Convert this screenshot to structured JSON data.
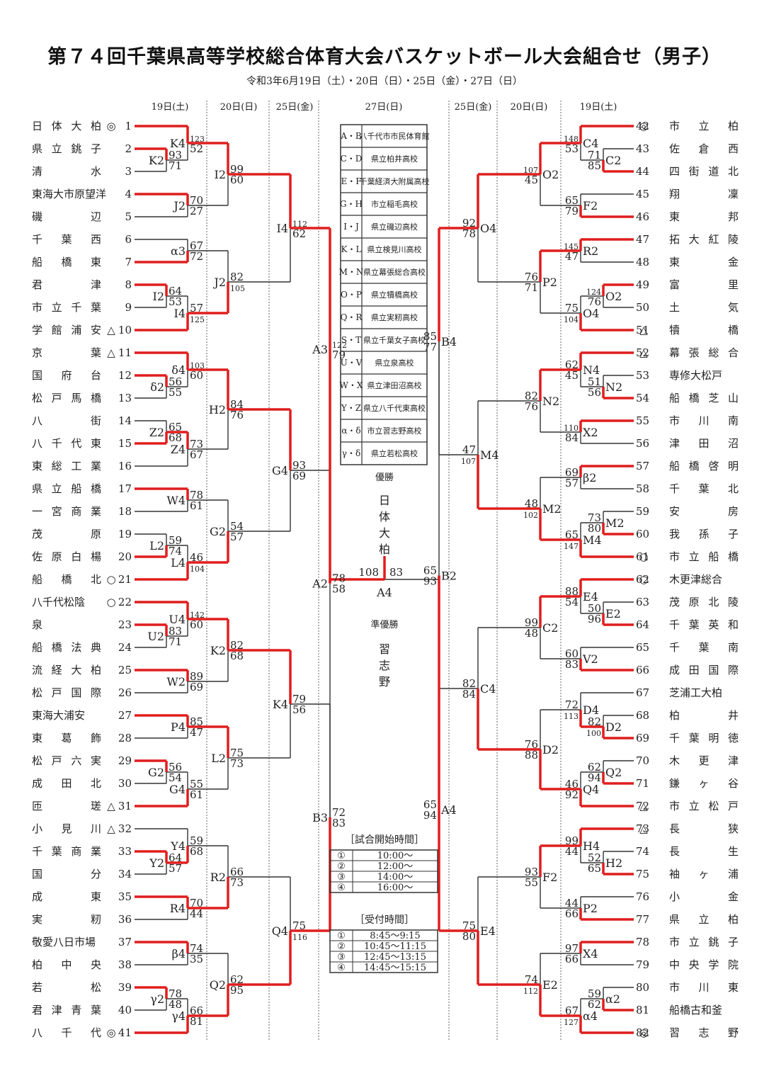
{
  "header": {
    "title": "第７４回千葉県高等学校総合体育大会バスケットボール大会組合せ（男子）",
    "subtitle": "令和3年6月19日（土）・20日（日）・25日（金）・27日（日）"
  },
  "day_headers": {
    "left": [
      "19日(土)",
      "20日(日)",
      "25日(金)"
    ],
    "center": "27日(日)",
    "right": [
      "25日(金)",
      "20日(日)",
      "19日(土)"
    ]
  },
  "teams_left": [
    {
      "seed": "1",
      "name": "日体大柏",
      "mark": "◎"
    },
    {
      "seed": "2",
      "name": "県立銚子",
      "mark": ""
    },
    {
      "seed": "3",
      "name": "清　　水",
      "mark": ""
    },
    {
      "seed": "4",
      "name": "東海大市原望洋",
      "mark": ""
    },
    {
      "seed": "5",
      "name": "磯　　辺",
      "mark": ""
    },
    {
      "seed": "6",
      "name": "千葉西",
      "mark": ""
    },
    {
      "seed": "7",
      "name": "船橋東",
      "mark": ""
    },
    {
      "seed": "8",
      "name": "君　　津",
      "mark": ""
    },
    {
      "seed": "9",
      "name": "市立千葉",
      "mark": ""
    },
    {
      "seed": "10",
      "name": "学館浦安",
      "mark": "△"
    },
    {
      "seed": "11",
      "name": "京　　葉",
      "mark": "△"
    },
    {
      "seed": "12",
      "name": "国府台",
      "mark": ""
    },
    {
      "seed": "13",
      "name": "松戸馬橋",
      "mark": ""
    },
    {
      "seed": "14",
      "name": "八　　街",
      "mark": ""
    },
    {
      "seed": "15",
      "name": "八千代東",
      "mark": ""
    },
    {
      "seed": "16",
      "name": "東総工業",
      "mark": ""
    },
    {
      "seed": "17",
      "name": "県立船橋",
      "mark": ""
    },
    {
      "seed": "18",
      "name": "一宮商業",
      "mark": ""
    },
    {
      "seed": "19",
      "name": "茂　　原",
      "mark": ""
    },
    {
      "seed": "20",
      "name": "佐原白楊",
      "mark": ""
    },
    {
      "seed": "21",
      "name": "船橋北",
      "mark": "○"
    },
    {
      "seed": "22",
      "name": "八千代松陰",
      "mark": "○"
    },
    {
      "seed": "23",
      "name": "泉",
      "mark": ""
    },
    {
      "seed": "24",
      "name": "船橋法典",
      "mark": ""
    },
    {
      "seed": "25",
      "name": "流経大柏",
      "mark": ""
    },
    {
      "seed": "26",
      "name": "松戸国際",
      "mark": ""
    },
    {
      "seed": "27",
      "name": "東海大浦安",
      "mark": ""
    },
    {
      "seed": "28",
      "name": "東葛飾",
      "mark": ""
    },
    {
      "seed": "29",
      "name": "松戸六実",
      "mark": ""
    },
    {
      "seed": "30",
      "name": "成田北",
      "mark": ""
    },
    {
      "seed": "31",
      "name": "匝　　瑳",
      "mark": "△"
    },
    {
      "seed": "32",
      "name": "小見川",
      "mark": "△"
    },
    {
      "seed": "33",
      "name": "千葉商業",
      "mark": ""
    },
    {
      "seed": "34",
      "name": "国　　分",
      "mark": ""
    },
    {
      "seed": "35",
      "name": "成　　東",
      "mark": ""
    },
    {
      "seed": "36",
      "name": "実　　籾",
      "mark": ""
    },
    {
      "seed": "37",
      "name": "敬愛八日市場",
      "mark": ""
    },
    {
      "seed": "38",
      "name": "柏中央",
      "mark": ""
    },
    {
      "seed": "39",
      "name": "若　　松",
      "mark": ""
    },
    {
      "seed": "40",
      "name": "君津青葉",
      "mark": ""
    },
    {
      "seed": "41",
      "name": "八千代",
      "mark": "◎"
    }
  ],
  "teams_right": [
    {
      "seed": "42",
      "name": "市立柏",
      "mark": "◎"
    },
    {
      "seed": "43",
      "name": "佐倉西",
      "mark": ""
    },
    {
      "seed": "44",
      "name": "四街道北",
      "mark": ""
    },
    {
      "seed": "45",
      "name": "翔　　凜",
      "mark": ""
    },
    {
      "seed": "46",
      "name": "東　　邦",
      "mark": ""
    },
    {
      "seed": "47",
      "name": "拓大紅陵",
      "mark": ""
    },
    {
      "seed": "48",
      "name": "東　　金",
      "mark": ""
    },
    {
      "seed": "49",
      "name": "富　　里",
      "mark": ""
    },
    {
      "seed": "50",
      "name": "土　　気",
      "mark": ""
    },
    {
      "seed": "51",
      "name": "犢　　橋",
      "mark": "△"
    },
    {
      "seed": "52",
      "name": "幕張総合",
      "mark": "△"
    },
    {
      "seed": "53",
      "name": "専修大松戸",
      "mark": ""
    },
    {
      "seed": "54",
      "name": "船橋芝山",
      "mark": ""
    },
    {
      "seed": "55",
      "name": "市川南",
      "mark": ""
    },
    {
      "seed": "56",
      "name": "津田沼",
      "mark": ""
    },
    {
      "seed": "57",
      "name": "船橋啓明",
      "mark": ""
    },
    {
      "seed": "58",
      "name": "千葉北",
      "mark": ""
    },
    {
      "seed": "59",
      "name": "安　　房",
      "mark": ""
    },
    {
      "seed": "60",
      "name": "我孫子",
      "mark": ""
    },
    {
      "seed": "61",
      "name": "市立船橋",
      "mark": "○"
    },
    {
      "seed": "62",
      "name": "木更津総合",
      "mark": "○"
    },
    {
      "seed": "63",
      "name": "茂原北陵",
      "mark": ""
    },
    {
      "seed": "64",
      "name": "千葉英和",
      "mark": ""
    },
    {
      "seed": "65",
      "name": "千葉南",
      "mark": ""
    },
    {
      "seed": "66",
      "name": "成田国際",
      "mark": ""
    },
    {
      "seed": "67",
      "name": "芝浦工大柏",
      "mark": ""
    },
    {
      "seed": "68",
      "name": "柏　　井",
      "mark": ""
    },
    {
      "seed": "69",
      "name": "千葉明徳",
      "mark": ""
    },
    {
      "seed": "70",
      "name": "木更津",
      "mark": ""
    },
    {
      "seed": "71",
      "name": "鎌ヶ谷",
      "mark": ""
    },
    {
      "seed": "72",
      "name": "市立松戸",
      "mark": "△"
    },
    {
      "seed": "73",
      "name": "長　　狭",
      "mark": "△"
    },
    {
      "seed": "74",
      "name": "長　　生",
      "mark": ""
    },
    {
      "seed": "75",
      "name": "袖ヶ浦",
      "mark": ""
    },
    {
      "seed": "76",
      "name": "小　　金",
      "mark": ""
    },
    {
      "seed": "77",
      "name": "県立柏",
      "mark": ""
    },
    {
      "seed": "78",
      "name": "市立銚子",
      "mark": ""
    },
    {
      "seed": "79",
      "name": "中央学院",
      "mark": ""
    },
    {
      "seed": "80",
      "name": "市川東",
      "mark": ""
    },
    {
      "seed": "81",
      "name": "船橋古和釜",
      "mark": ""
    },
    {
      "seed": "82",
      "name": "習志野",
      "mark": "◎"
    }
  ],
  "matches_left": [
    {
      "id": "K2",
      "a": "t2",
      "b": "t3",
      "sa": "93",
      "sb": "71",
      "win": "a",
      "col": 1
    },
    {
      "id": "K4",
      "a": "t1",
      "b": "K2",
      "sa": "123",
      "sb": "52",
      "win": "a",
      "col": 2
    },
    {
      "id": "J2",
      "a": "t4",
      "b": "t5",
      "sa": "70",
      "sb": "27",
      "win": "a",
      "col": 2
    },
    {
      "id": "α3",
      "a": "t6",
      "b": "t7",
      "sa": "67",
      "sb": "72",
      "win": "b",
      "col": 2
    },
    {
      "id": "I2",
      "a": "t8",
      "b": "t9",
      "sa": "64",
      "sb": "53",
      "win": "a",
      "col": 1
    },
    {
      "id": "I4",
      "a": "I2",
      "b": "t10",
      "sa": "57",
      "sb": "125",
      "win": "b",
      "col": 2
    },
    {
      "id": "δ2",
      "a": "t12",
      "b": "t13",
      "sa": "56",
      "sb": "55",
      "win": "a",
      "col": 1
    },
    {
      "id": "δ4",
      "a": "t11",
      "b": "δ2",
      "sa": "103",
      "sb": "60",
      "win": "a",
      "col": 2
    },
    {
      "id": "Z2",
      "a": "t14",
      "b": "t15",
      "sa": "65",
      "sb": "68",
      "win": "b",
      "col": 1
    },
    {
      "id": "Z4",
      "a": "Z2",
      "b": "t16",
      "sa": "73",
      "sb": "67",
      "win": "a",
      "col": 2
    },
    {
      "id": "W4",
      "a": "t17",
      "b": "t18",
      "sa": "78",
      "sb": "61",
      "win": "a",
      "col": 2
    },
    {
      "id": "L2",
      "a": "t19",
      "b": "t20",
      "sa": "59",
      "sb": "74",
      "win": "b",
      "col": 1
    },
    {
      "id": "L4",
      "a": "L2",
      "b": "t21",
      "sa": "46",
      "sb": "104",
      "win": "b",
      "col": 2
    },
    {
      "id": "U2",
      "a": "t23",
      "b": "t24",
      "sa": "83",
      "sb": "71",
      "win": "a",
      "col": 1
    },
    {
      "id": "U4",
      "a": "t22",
      "b": "U2",
      "sa": "142",
      "sb": "60",
      "win": "a",
      "col": 2
    },
    {
      "id": "W2",
      "a": "t25",
      "b": "t26",
      "sa": "89",
      "sb": "69",
      "win": "a",
      "col": 2
    },
    {
      "id": "P4",
      "a": "t27",
      "b": "t28",
      "sa": "85",
      "sb": "47",
      "win": "a",
      "col": 2
    },
    {
      "id": "G2",
      "a": "t29",
      "b": "t30",
      "sa": "56",
      "sb": "54",
      "win": "a",
      "col": 1
    },
    {
      "id": "G4",
      "a": "G2",
      "b": "t31",
      "sa": "55",
      "sb": "61",
      "win": "b",
      "col": 2
    },
    {
      "id": "Y2",
      "a": "t33",
      "b": "t34",
      "sa": "64",
      "sb": "57",
      "win": "a",
      "col": 1
    },
    {
      "id": "Y4",
      "a": "t32",
      "b": "Y2",
      "sa": "59",
      "sb": "68",
      "win": "b",
      "col": 2
    },
    {
      "id": "R4",
      "a": "t35",
      "b": "t36",
      "sa": "70",
      "sb": "44",
      "win": "a",
      "col": 2
    },
    {
      "id": "β4",
      "a": "t37",
      "b": "t38",
      "sa": "74",
      "sb": "35",
      "win": "a",
      "col": 2
    },
    {
      "id": "γ2",
      "a": "t39",
      "b": "t40",
      "sa": "78",
      "sb": "48",
      "win": "a",
      "col": 1
    },
    {
      "id": "γ4",
      "a": "γ2",
      "b": "t41",
      "sa": "66",
      "sb": "81",
      "win": "b",
      "col": 2
    },
    {
      "id": "I2r2",
      "label": "I2",
      "a": "K4",
      "b": "J2",
      "sa": "99",
      "sb": "60",
      "win": "a",
      "col": 3
    },
    {
      "id": "J2r2",
      "label": "J2",
      "a": "α3",
      "b": "I4",
      "sa": "82",
      "sb": "105",
      "win": "b",
      "col": 3
    },
    {
      "id": "H2",
      "a": "δ4",
      "b": "Z4",
      "sa": "84",
      "sb": "76",
      "win": "a",
      "col": 3
    },
    {
      "id": "G2r2",
      "label": "G2",
      "a": "W4",
      "b": "L4",
      "sa": "54",
      "sb": "57",
      "win": "b",
      "col": 3
    },
    {
      "id": "K2r2",
      "label": "K2",
      "a": "U4",
      "b": "W2",
      "sa": "82",
      "sb": "68",
      "win": "a",
      "col": 3
    },
    {
      "id": "L2r2",
      "label": "L2",
      "a": "P4",
      "b": "G4",
      "sa": "75",
      "sb": "73",
      "win": "a",
      "col": 3
    },
    {
      "id": "R2",
      "a": "Y4",
      "b": "R4",
      "sa": "66",
      "sb": "73",
      "win": "b",
      "col": 3
    },
    {
      "id": "Q2",
      "a": "β4",
      "b": "γ4",
      "sa": "62",
      "sb": "95",
      "win": "b",
      "col": 3
    },
    {
      "id": "I4r3",
      "label": "I4",
      "a": "I2r2",
      "b": "J2r2",
      "sa": "112",
      "sb": "62",
      "win": "a",
      "col": 4
    },
    {
      "id": "G4r3",
      "label": "G4",
      "a": "H2",
      "b": "G2r2",
      "sa": "93",
      "sb": "69",
      "win": "a",
      "col": 4
    },
    {
      "id": "K4r3",
      "label": "K4",
      "a": "K2r2",
      "b": "L2r2",
      "sa": "79",
      "sb": "56",
      "win": "a",
      "col": 4
    },
    {
      "id": "Q4",
      "a": "R2",
      "b": "Q2",
      "sa": "75",
      "sb": "116",
      "win": "b",
      "col": 4
    },
    {
      "id": "A3",
      "a": "I4r3",
      "b": "G4r3",
      "sa": "122",
      "sb": "79",
      "win": "a",
      "col": 5
    },
    {
      "id": "B3",
      "a": "K4r3",
      "b": "Q4",
      "sa": "72",
      "sb": "83",
      "win": "b",
      "col": 5
    },
    {
      "id": "A2",
      "a": "A3",
      "b": "B3",
      "sa": "78",
      "sb": "58",
      "win": "a",
      "col": 6
    }
  ],
  "matches_right": [
    {
      "id": "C2",
      "a": "t43",
      "b": "t44",
      "sa": "71",
      "sb": "85",
      "win": "b",
      "col": 1
    },
    {
      "id": "C4",
      "a": "t42",
      "b": "C2",
      "sa": "148",
      "sb": "53",
      "win": "a",
      "col": 2
    },
    {
      "id": "F2",
      "a": "t45",
      "b": "t46",
      "sa": "65",
      "sb": "79",
      "win": "b",
      "col": 2
    },
    {
      "id": "R2",
      "a": "t47",
      "b": "t48",
      "sa": "145",
      "sb": "47",
      "win": "a",
      "col": 2
    },
    {
      "id": "O2",
      "a": "t49",
      "b": "t50",
      "sa": "124",
      "sb": "76",
      "win": "a",
      "col": 1
    },
    {
      "id": "O4",
      "a": "O2",
      "b": "t51",
      "sa": "75",
      "sb": "104",
      "win": "b",
      "col": 2
    },
    {
      "id": "N2",
      "a": "t53",
      "b": "t54",
      "sa": "51",
      "sb": "56",
      "win": "b",
      "col": 1
    },
    {
      "id": "N4",
      "a": "t52",
      "b": "N2",
      "sa": "62",
      "sb": "45",
      "win": "a",
      "col": 2
    },
    {
      "id": "X2",
      "a": "t55",
      "b": "t56",
      "sa": "110",
      "sb": "84",
      "win": "a",
      "col": 2
    },
    {
      "id": "β2",
      "a": "t57",
      "b": "t58",
      "sa": "69",
      "sb": "57",
      "win": "a",
      "col": 2
    },
    {
      "id": "M2",
      "a": "t59",
      "b": "t60",
      "sa": "73",
      "sb": "80",
      "win": "b",
      "col": 1
    },
    {
      "id": "M4",
      "a": "M2",
      "b": "t61",
      "sa": "65",
      "sb": "147",
      "win": "b",
      "col": 2
    },
    {
      "id": "E2",
      "a": "t63",
      "b": "t64",
      "sa": "50",
      "sb": "96",
      "win": "b",
      "col": 1
    },
    {
      "id": "E4",
      "a": "t62",
      "b": "E2",
      "sa": "88",
      "sb": "54",
      "win": "a",
      "col": 2
    },
    {
      "id": "V2",
      "a": "t65",
      "b": "t66",
      "sa": "60",
      "sb": "83",
      "win": "b",
      "col": 2
    },
    {
      "id": "D2",
      "a": "t68",
      "b": "t69",
      "sa": "82",
      "sb": "100",
      "win": "b",
      "col": 1
    },
    {
      "id": "D4",
      "a": "t67",
      "b": "D2",
      "sa": "72",
      "sb": "113",
      "win": "b",
      "col": 2
    },
    {
      "id": "Q2",
      "a": "t70",
      "b": "t71",
      "sa": "62",
      "sb": "94",
      "win": "b",
      "col": 1
    },
    {
      "id": "Q4",
      "a": "Q2",
      "b": "t72",
      "sa": "46",
      "sb": "92",
      "win": "b",
      "col": 2
    },
    {
      "id": "H2",
      "a": "t74",
      "b": "t75",
      "sa": "52",
      "sb": "65",
      "win": "b",
      "col": 1
    },
    {
      "id": "H4",
      "a": "t73",
      "b": "H2",
      "sa": "99",
      "sb": "44",
      "win": "a",
      "col": 2
    },
    {
      "id": "P2",
      "a": "t76",
      "b": "t77",
      "sa": "44",
      "sb": "66",
      "win": "b",
      "col": 2
    },
    {
      "id": "X4",
      "a": "t78",
      "b": "t79",
      "sa": "97",
      "sb": "66",
      "win": "a",
      "col": 2
    },
    {
      "id": "α2",
      "a": "t80",
      "b": "t81",
      "sa": "59",
      "sb": "62",
      "win": "b",
      "col": 1
    },
    {
      "id": "α4",
      "a": "α2",
      "b": "t82",
      "sa": "67",
      "sb": "127",
      "win": "b",
      "col": 2
    },
    {
      "id": "O2r2",
      "label": "O2",
      "a": "C4",
      "b": "F2",
      "sa": "107",
      "sb": "45",
      "win": "a",
      "col": 3
    },
    {
      "id": "P2r2",
      "label": "P2",
      "a": "R2",
      "b": "O4",
      "sa": "76",
      "sb": "71",
      "win": "a",
      "col": 3
    },
    {
      "id": "N2r2",
      "label": "N2",
      "a": "N4",
      "b": "X2",
      "sa": "82",
      "sb": "76",
      "win": "a",
      "col": 3
    },
    {
      "id": "M2r2",
      "label": "M2",
      "a": "β2",
      "b": "M4",
      "sa": "48",
      "sb": "102",
      "win": "b",
      "col": 3
    },
    {
      "id": "C2r2",
      "label": "C2",
      "a": "E4",
      "b": "V2",
      "sa": "99",
      "sb": "48",
      "win": "a",
      "col": 3
    },
    {
      "id": "D2r2",
      "label": "D2",
      "a": "D4",
      "b": "Q4",
      "sa": "76",
      "sb": "88",
      "win": "b",
      "col": 3
    },
    {
      "id": "F2r2",
      "label": "F2",
      "a": "H4",
      "b": "P2",
      "sa": "93",
      "sb": "55",
      "win": "a",
      "col": 3
    },
    {
      "id": "E2r2",
      "label": "E2",
      "a": "X4",
      "b": "α4",
      "sa": "74",
      "sb": "112",
      "win": "b",
      "col": 3
    },
    {
      "id": "O4r3",
      "label": "O4",
      "a": "O2r2",
      "b": "P2r2",
      "sa": "92",
      "sb": "78",
      "win": "a",
      "col": 4
    },
    {
      "id": "M4r3",
      "label": "M4",
      "a": "N2r2",
      "b": "M2r2",
      "sa": "47",
      "sb": "107",
      "win": "b",
      "col": 4
    },
    {
      "id": "C4r3",
      "label": "C4",
      "a": "C2r2",
      "b": "D2r2",
      "sa": "82",
      "sb": "84",
      "win": "b",
      "col": 4
    },
    {
      "id": "E4r3",
      "label": "E4",
      "a": "F2r2",
      "b": "E2r2",
      "sa": "75",
      "sb": "80",
      "win": "b",
      "col": 4
    },
    {
      "id": "B4",
      "a": "O4r3",
      "b": "M4r3",
      "sa": "85",
      "sb": "77",
      "win": "a",
      "col": 5
    },
    {
      "id": "A4",
      "a": "C4r3",
      "b": "E4r3",
      "sa": "65",
      "sb": "94",
      "win": "b",
      "col": 5
    },
    {
      "id": "B2",
      "a": "B4",
      "b": "A4",
      "sa": "65",
      "sb": "93",
      "win": "b",
      "col": 6
    }
  ],
  "final": {
    "label": "A4",
    "score_left": "108",
    "score_right": "83",
    "winner_side": "left"
  },
  "venues": [
    {
      "code": "A・B",
      "name": "八千代市市民体育館"
    },
    {
      "code": "C・D",
      "name": "県立柏井高校"
    },
    {
      "code": "E・F",
      "name": "千葉経済大附属高校"
    },
    {
      "code": "G・H",
      "name": "市立稲毛高校"
    },
    {
      "code": "I・J",
      "name": "県立磯辺高校"
    },
    {
      "code": "K・L",
      "name": "県立検見川高校"
    },
    {
      "code": "M・N",
      "name": "県立幕張総合高校"
    },
    {
      "code": "O・P",
      "name": "県立犢橋高校"
    },
    {
      "code": "Q・R",
      "name": "県立実籾高校"
    },
    {
      "code": "S・T",
      "name": "県立千葉女子高校"
    },
    {
      "code": "U・V",
      "name": "県立泉高校"
    },
    {
      "code": "W・X",
      "name": "県立津田沼高校"
    },
    {
      "code": "Y・Z",
      "name": "県立八千代東高校"
    },
    {
      "code": "α・δ",
      "name": "市立習志野高校"
    },
    {
      "code": "γ・δ",
      "name": "県立若松高校"
    }
  ],
  "results": {
    "champion_label": "優勝",
    "champion": "日体大柏",
    "runner_up_label": "準優勝",
    "runner_up": "習志野"
  },
  "start_times": {
    "title": "［試合開始時間］",
    "rows": [
      {
        "no": "①",
        "time": "10:00〜"
      },
      {
        "no": "②",
        "time": "12:00〜"
      },
      {
        "no": "③",
        "time": "14:00〜"
      },
      {
        "no": "④",
        "time": "16:00〜"
      }
    ]
  },
  "reception_times": {
    "title": "［受付時間］",
    "rows": [
      {
        "no": "①",
        "time": "8:45〜9:15"
      },
      {
        "no": "②",
        "time": "10:45〜11:15"
      },
      {
        "no": "③",
        "time": "12:45〜13:15"
      },
      {
        "no": "④",
        "time": "14:45〜15:15"
      }
    ]
  },
  "colors": {
    "winner_line": "#e01e1e",
    "loser_line": "#333333",
    "divider": "#666666"
  }
}
